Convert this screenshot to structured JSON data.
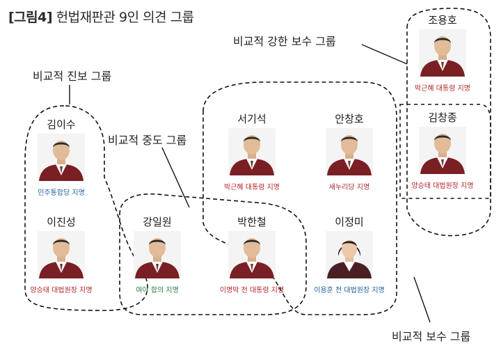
{
  "title": {
    "bracket": "[그림4]",
    "text": "헌법재판관 9인 의견 그룹"
  },
  "groups": {
    "progressive": "비교적 진보 그룹",
    "moderate": "비교적 중도 그룹",
    "strong_conservative": "비교적 강한 보수 그룹",
    "conservative": "비교적 보수 그룹"
  },
  "justices": {
    "kim_isu": {
      "name": "김이수",
      "appointed_by": "민주통합당 지명"
    },
    "lee_jinsung": {
      "name": "이진성",
      "appointed_by": "양승태 대법원장 지명"
    },
    "kang_ilwon": {
      "name": "강일원",
      "appointed_by": "여야 합의 지명"
    },
    "seo_giseok": {
      "name": "서기석",
      "appointed_by": "박근혜 대통령 지명"
    },
    "ahn_changho": {
      "name": "안창호",
      "appointed_by": "새누리당 지명"
    },
    "park_hancheol": {
      "name": "박한철",
      "appointed_by": "이명박 전 대통령 지명"
    },
    "lee_jungmi": {
      "name": "이정미",
      "appointed_by": "이용훈 전 대법원장 지명"
    },
    "cho_yongho": {
      "name": "조용호",
      "appointed_by": "박근혜 대통령 지명"
    },
    "kim_changjong": {
      "name": "김창종",
      "appointed_by": "양승태 대법원장 지명"
    }
  },
  "colors": {
    "robe": "#7a1f24",
    "appointment_red": "#b3262a",
    "appointment_blue": "#1f5f9c",
    "appointment_green": "#2d7a45",
    "boundary": "#111111"
  }
}
